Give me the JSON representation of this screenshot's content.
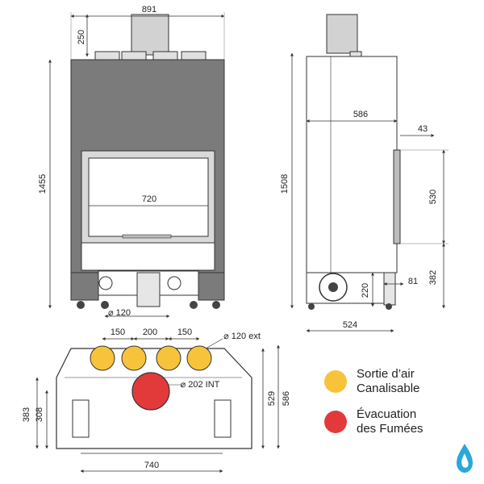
{
  "front_view": {
    "width": "891",
    "top_height": "250",
    "total_height": "1455",
    "glass_width": "720",
    "outlet_diameter": "⌀ 120"
  },
  "side_view": {
    "total_height": "1508",
    "depth": "586",
    "offset_top": "43",
    "door_height": "530",
    "lower_height": "382",
    "outlet_height": "220",
    "outlet_offset": "81",
    "base_depth": "524"
  },
  "top_view": {
    "spacing_left": "150",
    "spacing_center": "200",
    "spacing_right": "150",
    "outlet_ext": "⌀ 120 ext",
    "flue_int": "⌀ 202 INT",
    "height_a": "529",
    "height_b": "586",
    "depth_a": "383",
    "depth_b": "308",
    "base_width": "740"
  },
  "legend": {
    "canalisable": {
      "line1": "Sortie d’air",
      "line2": "Canalisable",
      "color": "#f7c33a"
    },
    "fumes": {
      "line1": "Évacuation",
      "line2": "des Fumées",
      "color": "#e23a3a"
    }
  },
  "colors": {
    "line": "#333333",
    "body": "#7b7b7b",
    "dark": "#5f5f5f",
    "light": "#bcbcbc",
    "logo": "#2aa8d8"
  },
  "icons": {
    "brand": "flame-drop-icon"
  }
}
